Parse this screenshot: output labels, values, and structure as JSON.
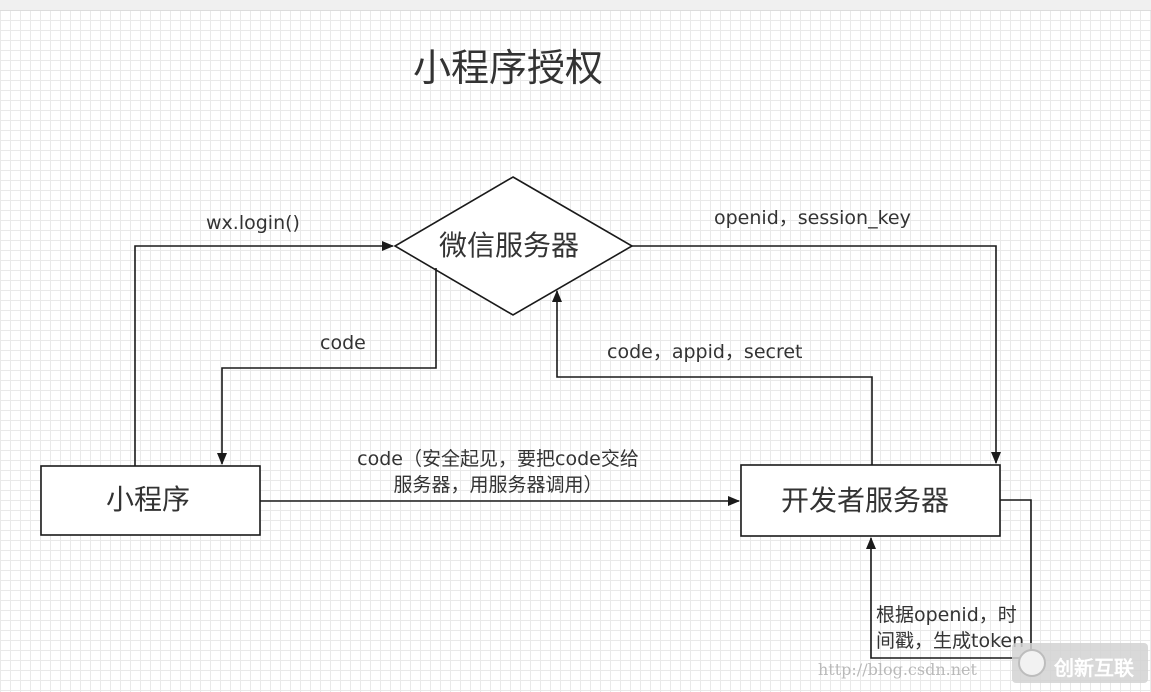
{
  "title": "小程序授权",
  "nodes": {
    "miniprogram": "小程序",
    "wechat_server": "微信服务器",
    "developer_server": "开发者服务器"
  },
  "edges": {
    "wx_login": "wx.login()",
    "code_return": "code",
    "openid_session_key": "openid，session_key",
    "code_appid_secret": "code，appid，secret",
    "code_to_dev_line1": "code（安全起见，要把code交给",
    "code_to_dev_line2": "服务器，用服务器调用）",
    "self_loop_line1": "根据openid，时",
    "self_loop_line2": "间戳，生成token"
  },
  "watermark": "http://blog.csdn.net",
  "logo": {
    "text": "创新互联",
    "icon": "logo-mark-icon"
  }
}
